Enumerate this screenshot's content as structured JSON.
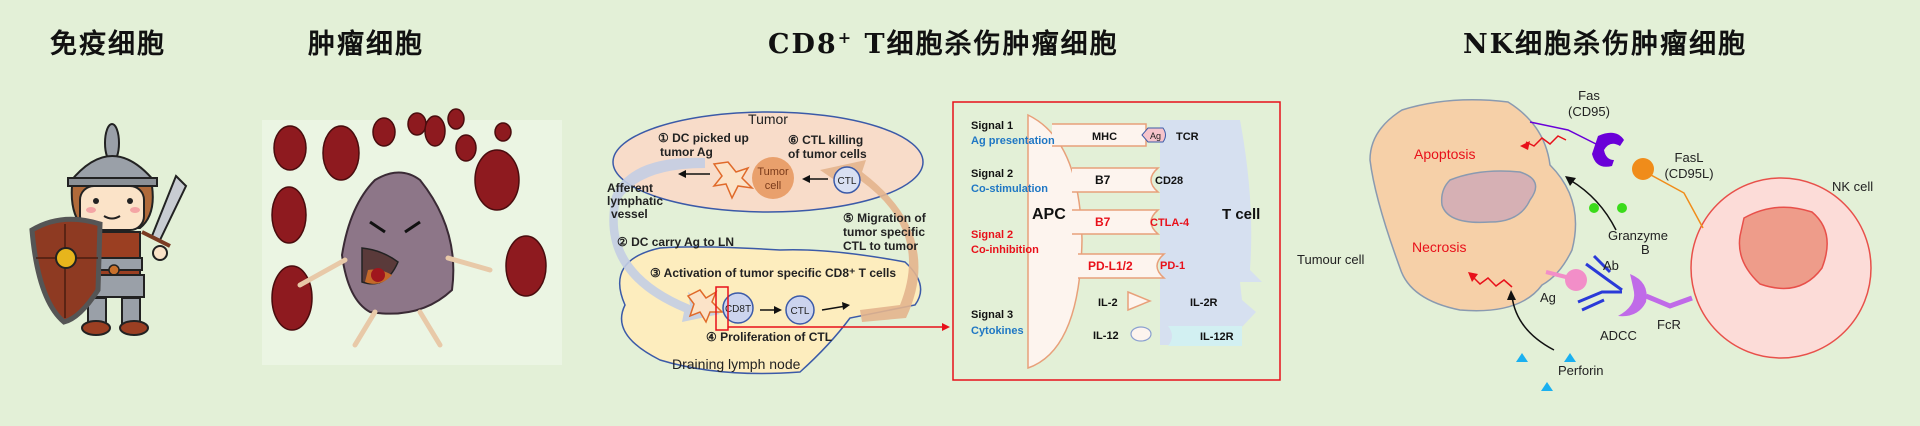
{
  "titles": {
    "immune_cell": "免疫细胞",
    "tumor_cell": "肿瘤细胞",
    "cd8_title_prefix": "CD8",
    "cd8_title_sup": "+",
    "cd8_title_suffix": " T细胞杀伤肿瘤细胞",
    "nk_title": "NK细胞杀伤肿瘤细胞"
  },
  "cycle": {
    "tumor": "Tumor",
    "step1_line1": "① DC picked up",
    "step1_line2": "tumor Ag",
    "step6_line1": "⑥ CTL killing",
    "step6_line2": "of tumor cells",
    "tumor_cell_line1": "Tumor",
    "tumor_cell_line2": "cell",
    "ctl": "CTL",
    "afferent_line1": "Afferent",
    "afferent_line2": "lymphatic",
    "afferent_line3": "vessel",
    "step5_line1": "⑤ Migration of",
    "step5_line2": "tumor specific",
    "step5_line3": "CTL to tumor",
    "step2": "② DC carry Ag to LN",
    "step3": "③ Activation of tumor specific CD8⁺ T cells",
    "cd8t": "CD8T",
    "ctl2": "CTL",
    "step4": "④ Proliferation of CTL",
    "lymph_node": "Draining lymph node"
  },
  "signals": {
    "signal1": "Signal 1",
    "ag_presentation": "Ag presentation",
    "signal2a": "Signal 2",
    "co_stimulation": "Co-stimulation",
    "signal2b": "Signal 2",
    "co_inhibition": "Co-inhibition",
    "signal3": "Signal 3",
    "cytokines": "Cytokines",
    "apc": "APC",
    "t_cell": "T cell",
    "mhc": "MHC",
    "ag": "Ag",
    "tcr": "TCR",
    "b7a": "B7",
    "cd28": "CD28",
    "b7b": "B7",
    "ctla4": "CTLA-4",
    "pdl": "PD-L1/2",
    "pd1": "PD-1",
    "il2": "IL-2",
    "il2r": "IL-2R",
    "il12": "IL-12",
    "il12r": "IL-12R",
    "colors": {
      "blue": "#1f77c4",
      "red": "#e8101a"
    }
  },
  "nk": {
    "fas_line1": "Fas",
    "fas_line2": "(CD95)",
    "fasl_line1": "FasL",
    "fasl_line2": "(CD95L)",
    "nk_cell": "NK cell",
    "apoptosis": "Apoptosis",
    "necrosis": "Necrosis",
    "granzyme_line1": "Granzyme",
    "granzyme_line2": "B",
    "tumour_cell": "Tumour cell",
    "ab": "Ab",
    "ag": "Ag",
    "adcc": "ADCC",
    "fcr": "FcR",
    "perforin": "Perforin"
  }
}
